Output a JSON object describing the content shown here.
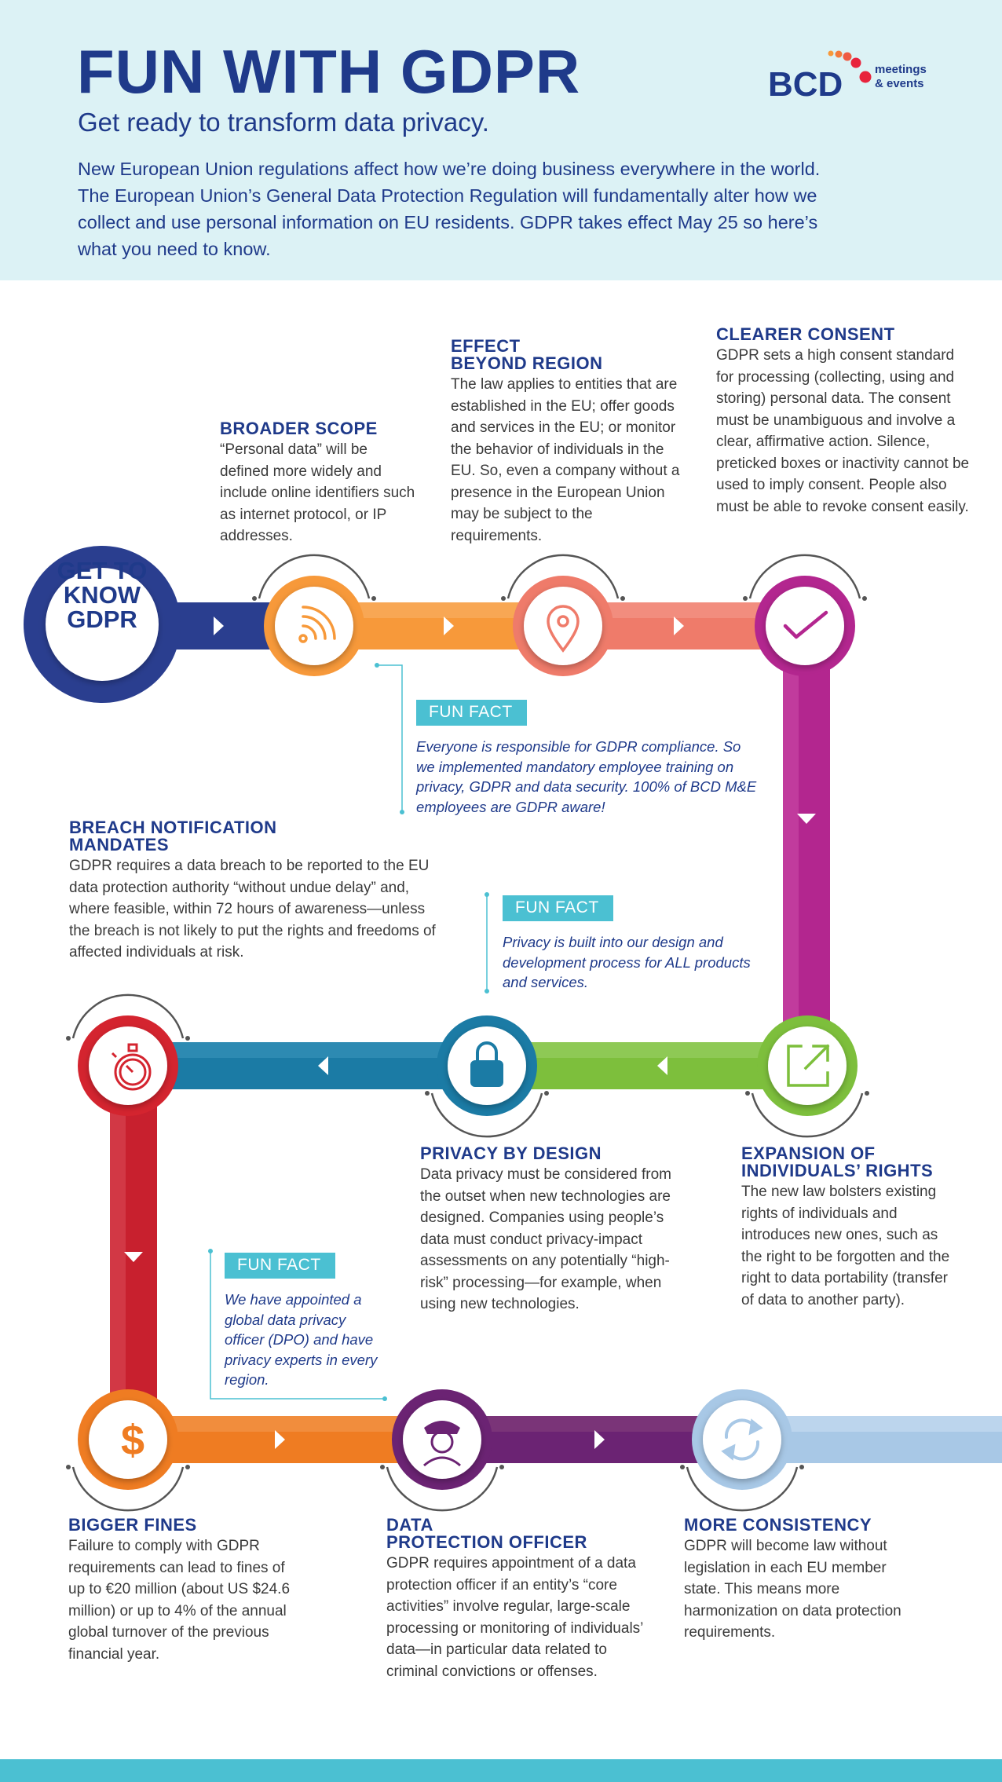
{
  "header": {
    "title": "FUN WITH GDPR",
    "subtitle": "Get ready to transform data privacy.",
    "intro": "New European Union regulations affect how we’re doing business everywhere in the world. The European Union’s General Data Protection Regulation will fundamentally alter how we collect and use personal information on EU residents. GDPR takes effect May 25 so here’s what you need to know."
  },
  "logo": {
    "wordmark": "BCD",
    "line1": "meetings",
    "line2": "& events"
  },
  "start": {
    "line1": "GET TO",
    "line2": "KNOW",
    "line3": "GDPR"
  },
  "sections": {
    "broader_scope": {
      "title": "BROADER SCOPE",
      "body": "“Personal data” will be defined more widely and include online identifiers such as internet protocol, or IP addresses."
    },
    "effect_beyond_region": {
      "title1": "EFFECT",
      "title2": "BEYOND REGION",
      "body": "The law applies to entities that are established in the EU; offer goods and services in the EU; or monitor the behavior of individuals in the EU. So, even a company without a presence in the European Union may be subject to the requirements."
    },
    "clearer_consent": {
      "title": "CLEARER CONSENT",
      "body": "GDPR sets a high consent standard for processing (collecting, using and storing) personal data. The consent must be unambiguous and involve a clear, affirmative action. Silence, preticked boxes or inactivity cannot be used to imply consent. People also must be able to revoke consent easily."
    },
    "breach_notification": {
      "title1": "BREACH NOTIFICATION",
      "title2": "MANDATES",
      "body": "GDPR requires a data breach to be reported to the EU data protection authority “without undue delay” and, where feasible, within 72 hours of awareness—unless the breach is not likely to put the rights and freedoms of affected individuals at risk."
    },
    "privacy_by_design": {
      "title": "PRIVACY BY DESIGN",
      "body": "Data privacy must be considered from the outset when new technologies are designed. Companies using people’s data must conduct privacy-impact assessments on any potentially “high-risk” processing—for example, when using new technologies."
    },
    "expansion_rights": {
      "title1": "EXPANSION OF",
      "title2": "INDIVIDUALS’ RIGHTS",
      "body": "The new law bolsters existing rights of individuals and introduces new ones, such as the right to be forgotten and the right to data portability (transfer of data to another party)."
    },
    "bigger_fines": {
      "title": "BIGGER FINES",
      "body": "Failure to comply with GDPR requirements can lead to fines of up to €20 million (about US $24.6 million) or up to 4% of the annual global turnover of the previous financial year."
    },
    "dpo": {
      "title1": "DATA",
      "title2": "PROTECTION OFFICER",
      "body": "GDPR requires appointment of a data protection officer if an entity’s “core activities” involve regular, large-scale processing or monitoring of individuals’ data—in particular data related to criminal convictions or offenses."
    },
    "more_consistency": {
      "title": "MORE CONSISTENCY",
      "body": "GDPR will become law without legislation in each EU member state. This means more harmonization on data protection requirements."
    }
  },
  "fun_facts": {
    "badge": "FUN FACT",
    "fact1": "Everyone is responsible for GDPR compliance. So we implemented mandatory employee training on privacy, GDPR and data security. 100% of BCD M&E employees are GDPR aware!",
    "fact2": "Privacy is built into our design and development process for ALL products and services.",
    "fact3": "We have appointed a global data privacy officer (DPO) and have privacy experts in every region."
  },
  "colors": {
    "navy": "#1f3a8a",
    "orange_light": "#f7993a",
    "salmon": "#ef7b6a",
    "magenta": "#b3268f",
    "green": "#7dbf3c",
    "teal": "#1b7ba5",
    "red": "#d4242f",
    "orange": "#ef7c22",
    "purple": "#6b2373",
    "light_blue": "#a8c8e6",
    "cyan": "#4bc0d2"
  },
  "icons": [
    "wifi-signal-icon",
    "location-pin-icon",
    "checkmark-icon",
    "external-link-icon",
    "padlock-icon",
    "stopwatch-icon",
    "dollar-icon",
    "officer-icon",
    "sync-icon"
  ]
}
